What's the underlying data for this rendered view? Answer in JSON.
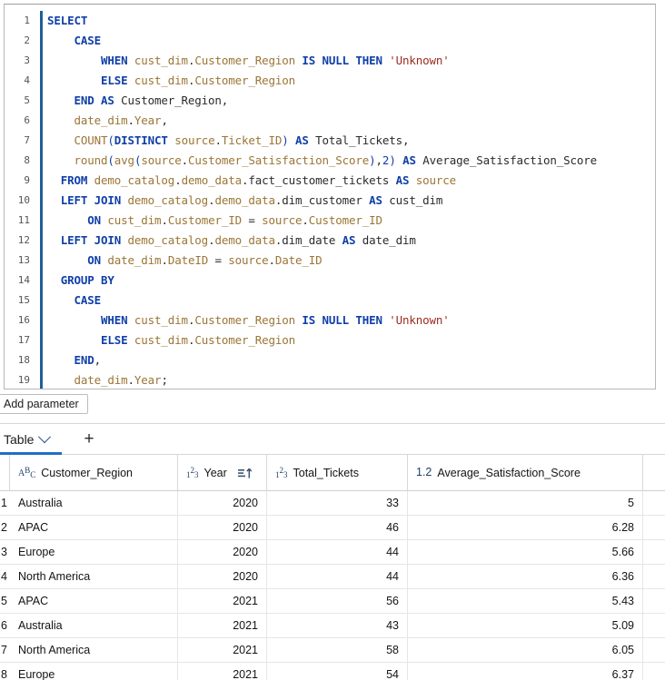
{
  "editor": {
    "name": "sql-editor",
    "lines": [
      {
        "n": "1",
        "tokens": [
          {
            "t": "SELECT",
            "c": "kw"
          }
        ]
      },
      {
        "n": "2",
        "tokens": [
          {
            "t": "    ",
            "c": "pl"
          },
          {
            "t": "CASE",
            "c": "kw"
          }
        ]
      },
      {
        "n": "3",
        "tokens": [
          {
            "t": "        ",
            "c": "pl"
          },
          {
            "t": "WHEN",
            "c": "kw"
          },
          {
            "t": " ",
            "c": "pl"
          },
          {
            "t": "cust_dim",
            "c": "id"
          },
          {
            "t": ".",
            "c": "pl"
          },
          {
            "t": "Customer_Region",
            "c": "id"
          },
          {
            "t": " ",
            "c": "pl"
          },
          {
            "t": "IS NULL THEN",
            "c": "kw"
          },
          {
            "t": " ",
            "c": "pl"
          },
          {
            "t": "'Unknown'",
            "c": "str"
          }
        ]
      },
      {
        "n": "4",
        "tokens": [
          {
            "t": "        ",
            "c": "pl"
          },
          {
            "t": "ELSE",
            "c": "kw"
          },
          {
            "t": " ",
            "c": "pl"
          },
          {
            "t": "cust_dim",
            "c": "id"
          },
          {
            "t": ".",
            "c": "pl"
          },
          {
            "t": "Customer_Region",
            "c": "id"
          }
        ]
      },
      {
        "n": "5",
        "tokens": [
          {
            "t": "    ",
            "c": "pl"
          },
          {
            "t": "END AS",
            "c": "kw"
          },
          {
            "t": " Customer_Region,",
            "c": "pl"
          }
        ]
      },
      {
        "n": "6",
        "tokens": [
          {
            "t": "    ",
            "c": "pl"
          },
          {
            "t": "date_dim",
            "c": "id"
          },
          {
            "t": ".",
            "c": "pl"
          },
          {
            "t": "Year",
            "c": "id"
          },
          {
            "t": ",",
            "c": "pl"
          }
        ]
      },
      {
        "n": "7",
        "tokens": [
          {
            "t": "    ",
            "c": "pl"
          },
          {
            "t": "COUNT",
            "c": "id"
          },
          {
            "t": "(",
            "c": "pn"
          },
          {
            "t": "DISTINCT",
            "c": "kw"
          },
          {
            "t": " ",
            "c": "pl"
          },
          {
            "t": "source",
            "c": "id"
          },
          {
            "t": ".",
            "c": "pl"
          },
          {
            "t": "Ticket_ID",
            "c": "id"
          },
          {
            "t": ")",
            "c": "pn"
          },
          {
            "t": " ",
            "c": "pl"
          },
          {
            "t": "AS",
            "c": "kw"
          },
          {
            "t": " Total_Tickets,",
            "c": "pl"
          }
        ]
      },
      {
        "n": "8",
        "tokens": [
          {
            "t": "    ",
            "c": "pl"
          },
          {
            "t": "round",
            "c": "id"
          },
          {
            "t": "(",
            "c": "pn"
          },
          {
            "t": "avg",
            "c": "id"
          },
          {
            "t": "(",
            "c": "pn"
          },
          {
            "t": "source",
            "c": "id"
          },
          {
            "t": ".",
            "c": "pl"
          },
          {
            "t": "Customer_Satisfaction_Score",
            "c": "id"
          },
          {
            "t": ")",
            "c": "pn"
          },
          {
            "t": ",",
            "c": "pl"
          },
          {
            "t": "2",
            "c": "num"
          },
          {
            "t": ")",
            "c": "pn"
          },
          {
            "t": " ",
            "c": "pl"
          },
          {
            "t": "AS",
            "c": "kw"
          },
          {
            "t": " Average_Satisfaction_Score",
            "c": "pl"
          }
        ]
      },
      {
        "n": "9",
        "tokens": [
          {
            "t": "  ",
            "c": "pl"
          },
          {
            "t": "FROM",
            "c": "kw"
          },
          {
            "t": " ",
            "c": "pl"
          },
          {
            "t": "demo_catalog",
            "c": "id"
          },
          {
            "t": ".",
            "c": "pl"
          },
          {
            "t": "demo_data",
            "c": "id"
          },
          {
            "t": ".",
            "c": "pl"
          },
          {
            "t": "fact_customer_tickets",
            "c": "pl"
          },
          {
            "t": " ",
            "c": "pl"
          },
          {
            "t": "AS",
            "c": "kw"
          },
          {
            "t": " ",
            "c": "pl"
          },
          {
            "t": "source",
            "c": "id"
          }
        ]
      },
      {
        "n": "10",
        "tokens": [
          {
            "t": "  ",
            "c": "pl"
          },
          {
            "t": "LEFT JOIN",
            "c": "kw"
          },
          {
            "t": " ",
            "c": "pl"
          },
          {
            "t": "demo_catalog",
            "c": "id"
          },
          {
            "t": ".",
            "c": "pl"
          },
          {
            "t": "demo_data",
            "c": "id"
          },
          {
            "t": ".",
            "c": "pl"
          },
          {
            "t": "dim_customer",
            "c": "pl"
          },
          {
            "t": " ",
            "c": "pl"
          },
          {
            "t": "AS",
            "c": "kw"
          },
          {
            "t": " cust_dim",
            "c": "pl"
          }
        ]
      },
      {
        "n": "11",
        "tokens": [
          {
            "t": "      ",
            "c": "pl"
          },
          {
            "t": "ON",
            "c": "kw"
          },
          {
            "t": " ",
            "c": "pl"
          },
          {
            "t": "cust_dim",
            "c": "id"
          },
          {
            "t": ".",
            "c": "pl"
          },
          {
            "t": "Customer_ID",
            "c": "id"
          },
          {
            "t": " = ",
            "c": "pl"
          },
          {
            "t": "source",
            "c": "id"
          },
          {
            "t": ".",
            "c": "pl"
          },
          {
            "t": "Customer_ID",
            "c": "id"
          }
        ]
      },
      {
        "n": "12",
        "tokens": [
          {
            "t": "  ",
            "c": "pl"
          },
          {
            "t": "LEFT JOIN",
            "c": "kw"
          },
          {
            "t": " ",
            "c": "pl"
          },
          {
            "t": "demo_catalog",
            "c": "id"
          },
          {
            "t": ".",
            "c": "pl"
          },
          {
            "t": "demo_data",
            "c": "id"
          },
          {
            "t": ".",
            "c": "pl"
          },
          {
            "t": "dim_date",
            "c": "pl"
          },
          {
            "t": " ",
            "c": "pl"
          },
          {
            "t": "AS",
            "c": "kw"
          },
          {
            "t": " date_dim",
            "c": "pl"
          }
        ]
      },
      {
        "n": "13",
        "tokens": [
          {
            "t": "      ",
            "c": "pl"
          },
          {
            "t": "ON",
            "c": "kw"
          },
          {
            "t": " ",
            "c": "pl"
          },
          {
            "t": "date_dim",
            "c": "id"
          },
          {
            "t": ".",
            "c": "pl"
          },
          {
            "t": "DateID",
            "c": "id"
          },
          {
            "t": " = ",
            "c": "pl"
          },
          {
            "t": "source",
            "c": "id"
          },
          {
            "t": ".",
            "c": "pl"
          },
          {
            "t": "Date_ID",
            "c": "id"
          }
        ]
      },
      {
        "n": "14",
        "tokens": [
          {
            "t": "  ",
            "c": "pl"
          },
          {
            "t": "GROUP BY",
            "c": "kw"
          }
        ]
      },
      {
        "n": "15",
        "tokens": [
          {
            "t": "    ",
            "c": "pl"
          },
          {
            "t": "CASE",
            "c": "kw"
          }
        ]
      },
      {
        "n": "16",
        "tokens": [
          {
            "t": "        ",
            "c": "pl"
          },
          {
            "t": "WHEN",
            "c": "kw"
          },
          {
            "t": " ",
            "c": "pl"
          },
          {
            "t": "cust_dim",
            "c": "id"
          },
          {
            "t": ".",
            "c": "pl"
          },
          {
            "t": "Customer_Region",
            "c": "id"
          },
          {
            "t": " ",
            "c": "pl"
          },
          {
            "t": "IS NULL THEN",
            "c": "kw"
          },
          {
            "t": " ",
            "c": "pl"
          },
          {
            "t": "'Unknown'",
            "c": "str"
          }
        ]
      },
      {
        "n": "17",
        "tokens": [
          {
            "t": "        ",
            "c": "pl"
          },
          {
            "t": "ELSE",
            "c": "kw"
          },
          {
            "t": " ",
            "c": "pl"
          },
          {
            "t": "cust_dim",
            "c": "id"
          },
          {
            "t": ".",
            "c": "pl"
          },
          {
            "t": "Customer_Region",
            "c": "id"
          }
        ]
      },
      {
        "n": "18",
        "tokens": [
          {
            "t": "    ",
            "c": "pl"
          },
          {
            "t": "END",
            "c": "kw"
          },
          {
            "t": ",",
            "c": "pl"
          }
        ]
      },
      {
        "n": "19",
        "tokens": [
          {
            "t": "    ",
            "c": "pl"
          },
          {
            "t": "date_dim",
            "c": "id"
          },
          {
            "t": ".",
            "c": "pl"
          },
          {
            "t": "Year",
            "c": "id"
          },
          {
            "t": ";",
            "c": "pl"
          }
        ]
      }
    ]
  },
  "parameters": {
    "add_button_label": "Add parameter"
  },
  "results_tabs": {
    "active_tab_label": "Table",
    "dropdown_icon": "chevron-down-icon",
    "add_tab_label": "+"
  },
  "results_grid": {
    "columns": [
      {
        "label": "Customer_Region",
        "type_icon": "text-type-icon",
        "type_glyph": "ABC",
        "sorted": false
      },
      {
        "label": "Year",
        "type_icon": "integer-type-icon",
        "type_glyph": "123",
        "sorted": true,
        "sort_direction": "ascending"
      },
      {
        "label": "Total_Tickets",
        "type_icon": "integer-type-icon",
        "type_glyph": "123",
        "sorted": false
      },
      {
        "label": "Average_Satisfaction_Score",
        "type_icon": "decimal-type-icon",
        "type_glyph": "1.2",
        "sorted": false
      }
    ],
    "rows": [
      {
        "num": "1",
        "region": "Australia",
        "year": "2020",
        "tickets": "33",
        "avg": "5"
      },
      {
        "num": "2",
        "region": "APAC",
        "year": "2020",
        "tickets": "46",
        "avg": "6.28"
      },
      {
        "num": "3",
        "region": "Europe",
        "year": "2020",
        "tickets": "44",
        "avg": "5.66"
      },
      {
        "num": "4",
        "region": "North America",
        "year": "2020",
        "tickets": "44",
        "avg": "6.36"
      },
      {
        "num": "5",
        "region": "APAC",
        "year": "2021",
        "tickets": "56",
        "avg": "5.43"
      },
      {
        "num": "6",
        "region": "Australia",
        "year": "2021",
        "tickets": "43",
        "avg": "5.09"
      },
      {
        "num": "7",
        "region": "North America",
        "year": "2021",
        "tickets": "58",
        "avg": "6.05"
      },
      {
        "num": "8",
        "region": "Europe",
        "year": "2021",
        "tickets": "54",
        "avg": "6.37"
      }
    ]
  },
  "colors": {
    "keyword": "#103fa8",
    "identifier": "#9b7535",
    "string": "#9c2b1e",
    "accent": "#1f6fc4",
    "gutter_bar": "#1f5e99"
  }
}
